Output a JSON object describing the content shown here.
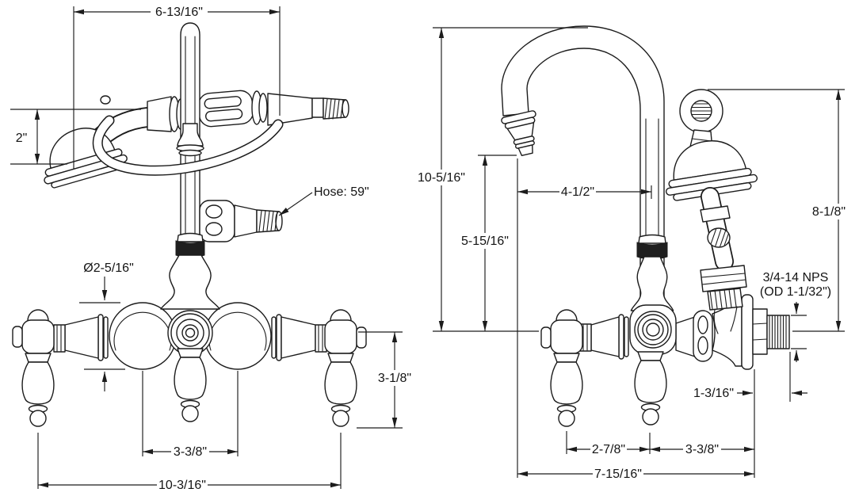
{
  "drawing": {
    "line_color": "#1c1c1c",
    "background": "#ffffff",
    "front_view": {
      "dimensions": {
        "cradle_width": "6-13/16\"",
        "sprayer_head_height": "2\"",
        "hose_length": "Hose: 59\"",
        "body_diameter": "Ø2-5/16\"",
        "handle_drop": "3-1/8\"",
        "union_spacing": "3-3/8\"",
        "overall_width": "10-3/16\""
      }
    },
    "side_view": {
      "dimensions": {
        "spout_height": "10-5/16\"",
        "spout_clearance": "5-15/16\"",
        "spout_reach": "4-1/2\"",
        "sprayer_height": "8-1/8\"",
        "thread_spec": "3/4-14 NPS",
        "thread_od": "(OD 1-1/32\")",
        "nipple_length": "1-3/16\"",
        "handle_spacing": "2-7/8\"",
        "handle_to_wall": "3-3/8\"",
        "overall_depth": "7-15/16\""
      }
    }
  }
}
